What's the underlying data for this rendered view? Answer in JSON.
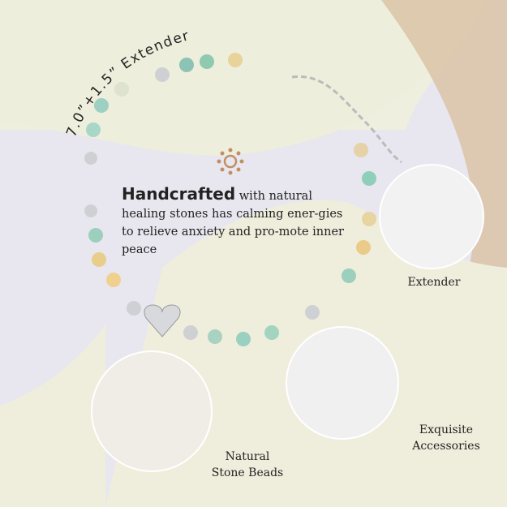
{
  "size_label": "7.0”+1.5” Extender",
  "headline": {
    "bold": "Handcrafted",
    "rest": " with natural healing stones has calming ener-gies to relieve anxiety and pro-mote inner peace"
  },
  "callouts": {
    "extender": "Extender",
    "accessories_line1": "Exquisite",
    "accessories_line2": "Accessories",
    "beads_line1": "Natural",
    "beads_line2": "Stone Beads"
  },
  "colors": {
    "cream": "#eeeedd",
    "accent": "#b88a63",
    "lavender": "#e7e6ee",
    "sand": "#c9a98a"
  }
}
